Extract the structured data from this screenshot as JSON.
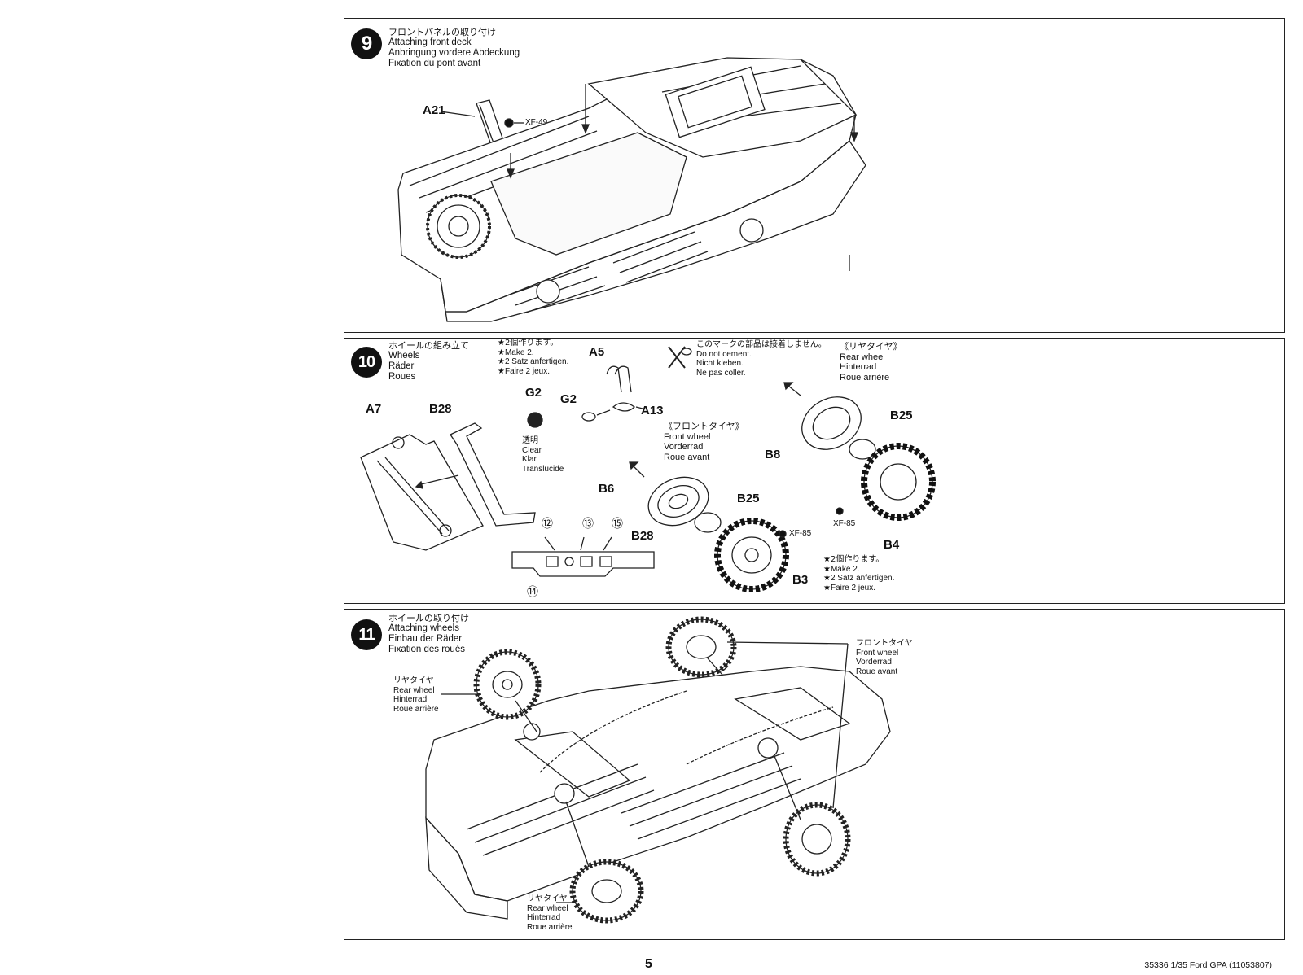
{
  "steps": [
    {
      "number": "9",
      "titles": [
        "フロントパネルの取り付け",
        "Attaching front deck",
        "Anbringung vordere Abdeckung",
        "Fixation du pont avant"
      ],
      "part_labels": [
        "A21"
      ],
      "paint": "XF-49"
    },
    {
      "number": "10",
      "titles": [
        "ホイールの組み立て",
        "Wheels",
        "Räder",
        "Roues"
      ],
      "make_two": [
        "★2個作ります。",
        "★Make 2.",
        "★2 Satz anfertigen.",
        "★Faire 2 jeux."
      ],
      "no_cement": [
        "このマークの部品は接着しません。",
        "Do not cement.",
        "Nicht kleben.",
        "Ne pas coller."
      ],
      "rear_wheel": [
        "《リヤタイヤ》",
        "Rear wheel",
        "Hinterrad",
        "Roue arrière"
      ],
      "front_wheel": [
        "《フロントタイヤ》",
        "Front wheel",
        "Vorderrad",
        "Roue avant"
      ],
      "clear": [
        "透明",
        "Clear",
        "Klar",
        "Translucide"
      ],
      "part_labels": {
        "a7": "A7",
        "b28_top": "B28",
        "a5": "A5",
        "g2_top": "G2",
        "g2_side": "G2",
        "a13": "A13",
        "b6": "B6",
        "b25_front": "B25",
        "b3": "B3",
        "b8": "B8",
        "b25_rear": "B25",
        "b4": "B4",
        "b28_bottom": "B28"
      },
      "paint_front": "XF-85",
      "paint_rear": "XF-85",
      "circled_numbers": [
        "⑫",
        "⑬",
        "⑮",
        "⑭"
      ],
      "make_two_bottom": [
        "★2個作ります。",
        "★Make 2.",
        "★2 Satz anfertigen.",
        "★Faire 2 jeux."
      ]
    },
    {
      "number": "11",
      "titles": [
        "ホイールの取り付け",
        "Attaching wheels",
        "Einbau der Räder",
        "Fixation des roués"
      ],
      "rear_wheel_top": [
        "リヤタイヤ",
        "Rear wheel",
        "Hinterrad",
        "Roue arrière"
      ],
      "front_wheel": [
        "フロントタイヤ",
        "Front wheel",
        "Vorderrad",
        "Roue avant"
      ],
      "rear_wheel_bottom": [
        "リヤタイヤ",
        "Rear wheel",
        "Hinterrad",
        "Roue arrière"
      ]
    }
  ],
  "page_number": "5",
  "footer": "35336  1/35 Ford GPA (11053807)"
}
